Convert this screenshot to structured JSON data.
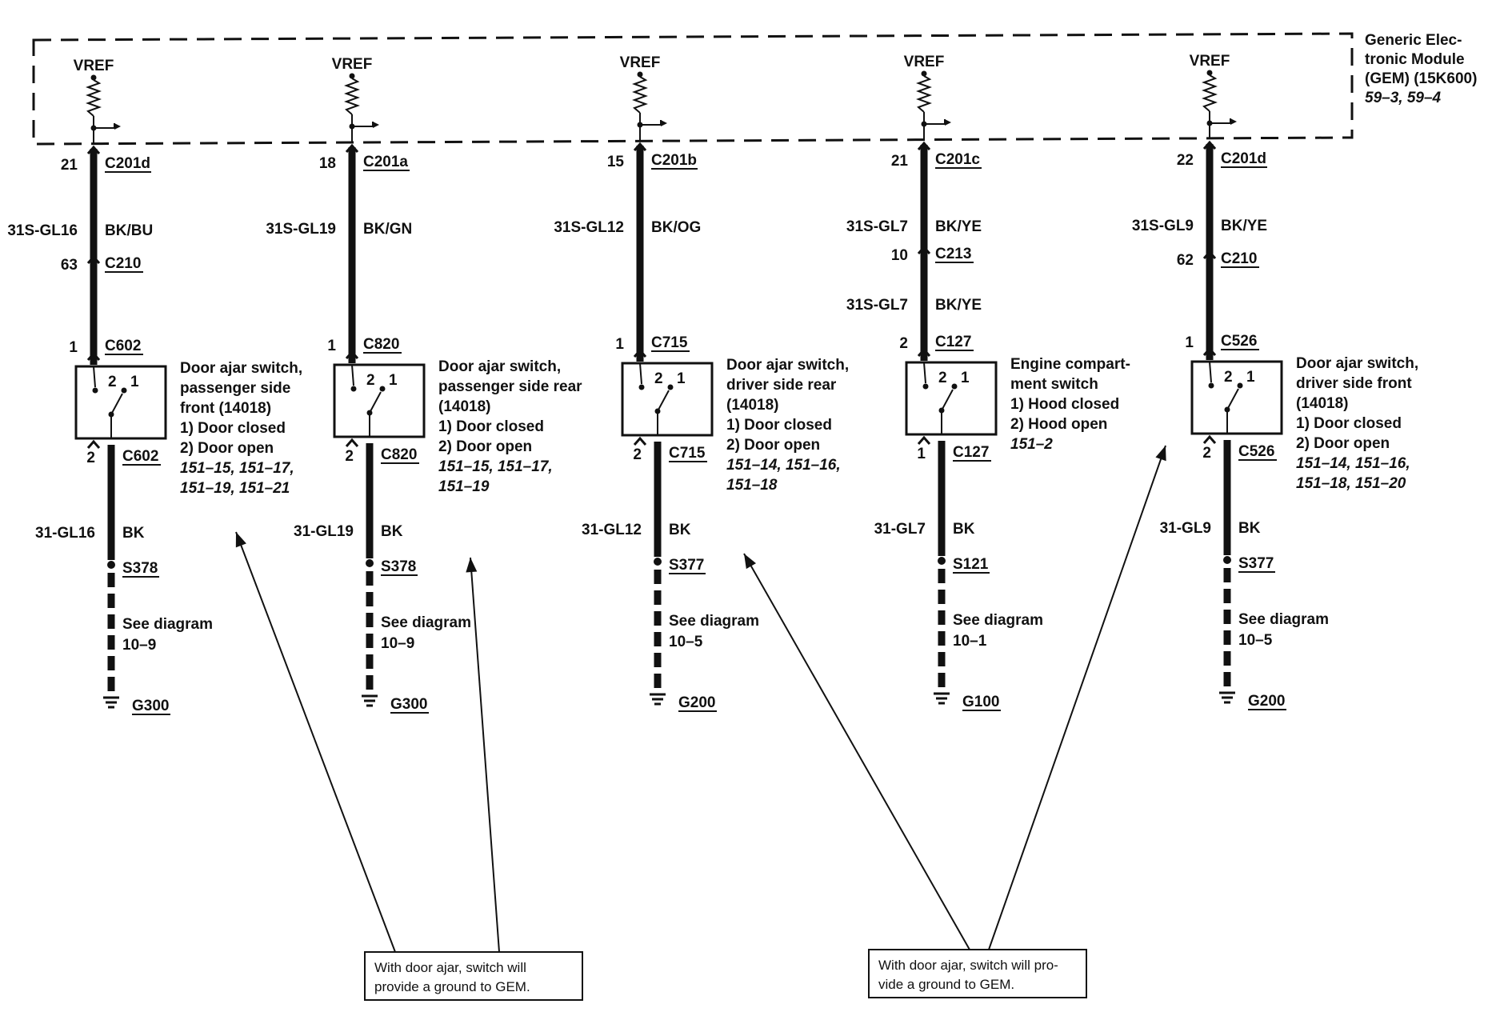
{
  "module": {
    "label_lines": [
      "Generic Elec-",
      "tronic Module",
      "(GEM) (15K600)"
    ],
    "ref": "59–3, 59–4"
  },
  "circuits": [
    {
      "vref": "VREF",
      "top_pin": "21",
      "top_conn": "C201d",
      "circuit": "31S-GL16",
      "color": "BK/BU",
      "mid": [
        {
          "pin": "63",
          "conn": "C210"
        }
      ],
      "sw_pin_in": "1",
      "sw_conn_in": "C602",
      "sw_pin_out": "2",
      "sw_conn_out": "C602",
      "sw_label_a": "2",
      "sw_label_b": "1",
      "desc_lines": [
        "Door ajar switch,",
        "passenger side",
        "front (14018)",
        "1)   Door closed",
        "2)   Door open"
      ],
      "refs_lines": [
        "151–15, 151–17,",
        "151–19, 151–21"
      ],
      "gnd_circuit": "31-GL16",
      "gnd_color": "BK",
      "splice": "S378",
      "see": [
        "See diagram",
        "10–9"
      ],
      "ground": "G300"
    },
    {
      "vref": "VREF",
      "top_pin": "18",
      "top_conn": "C201a",
      "circuit": "31S-GL19",
      "color": "BK/GN",
      "mid": [],
      "sw_pin_in": "1",
      "sw_conn_in": "C820",
      "sw_pin_out": "2",
      "sw_conn_out": "C820",
      "sw_label_a": "2",
      "sw_label_b": "1",
      "desc_lines": [
        "Door ajar switch,",
        "passenger side rear",
        "(14018)",
        "1)   Door closed",
        "2)   Door open"
      ],
      "refs_lines": [
        "151–15, 151–17,",
        "151–19"
      ],
      "gnd_circuit": "31-GL19",
      "gnd_color": "BK",
      "splice": "S378",
      "see": [
        "See diagram",
        "10–9"
      ],
      "ground": "G300"
    },
    {
      "vref": "VREF",
      "top_pin": "15",
      "top_conn": "C201b",
      "circuit": "31S-GL12",
      "color": "BK/OG",
      "mid": [],
      "sw_pin_in": "1",
      "sw_conn_in": "C715",
      "sw_pin_out": "2",
      "sw_conn_out": "C715",
      "sw_label_a": "2",
      "sw_label_b": "1",
      "desc_lines": [
        "Door ajar switch,",
        "driver side rear",
        "(14018)",
        "1)   Door closed",
        "2)   Door open"
      ],
      "refs_lines": [
        "151–14, 151–16,",
        "151–18"
      ],
      "gnd_circuit": "31-GL12",
      "gnd_color": "BK",
      "splice": "S377",
      "see": [
        "See diagram",
        "10–5"
      ],
      "ground": "G200"
    },
    {
      "vref": "VREF",
      "top_pin": "21",
      "top_conn": "C201c",
      "circuit": "31S-GL7",
      "color": "BK/YE",
      "mid": [
        {
          "pin": "10",
          "conn": "C213"
        }
      ],
      "circuit2": "31S-GL7",
      "color2": "BK/YE",
      "sw_pin_in": "2",
      "sw_conn_in": "C127",
      "sw_pin_out": "1",
      "sw_conn_out": "C127",
      "sw_label_a": "2",
      "sw_label_b": "1",
      "desc_lines": [
        "Engine compart-",
        "ment switch",
        "1)   Hood closed",
        "2)   Hood open"
      ],
      "refs_lines": [
        "151–2"
      ],
      "gnd_circuit": "31-GL7",
      "gnd_color": "BK",
      "splice": "S121",
      "see": [
        "See diagram",
        "10–1"
      ],
      "ground": "G100"
    },
    {
      "vref": "VREF",
      "top_pin": "22",
      "top_conn": "C201d",
      "circuit": "31S-GL9",
      "color": "BK/YE",
      "mid": [
        {
          "pin": "62",
          "conn": "C210"
        }
      ],
      "sw_pin_in": "1",
      "sw_conn_in": "C526",
      "sw_pin_out": "2",
      "sw_conn_out": "C526",
      "sw_label_a": "2",
      "sw_label_b": "1",
      "desc_lines": [
        "Door ajar switch,",
        "driver side front",
        "(14018)",
        "1)   Door closed",
        "2)   Door open"
      ],
      "refs_lines": [
        "151–14, 151–16,",
        "151–18, 151–20"
      ],
      "gnd_circuit": "31-GL9",
      "gnd_color": "BK",
      "splice": "S377",
      "see": [
        "See diagram",
        "10–5"
      ],
      "ground": "G200"
    }
  ],
  "notes": [
    {
      "lines": [
        "With door ajar, switch will",
        "provide a ground to GEM."
      ]
    },
    {
      "lines": [
        "With door ajar, switch will pro-",
        "vide a ground to GEM."
      ]
    }
  ]
}
